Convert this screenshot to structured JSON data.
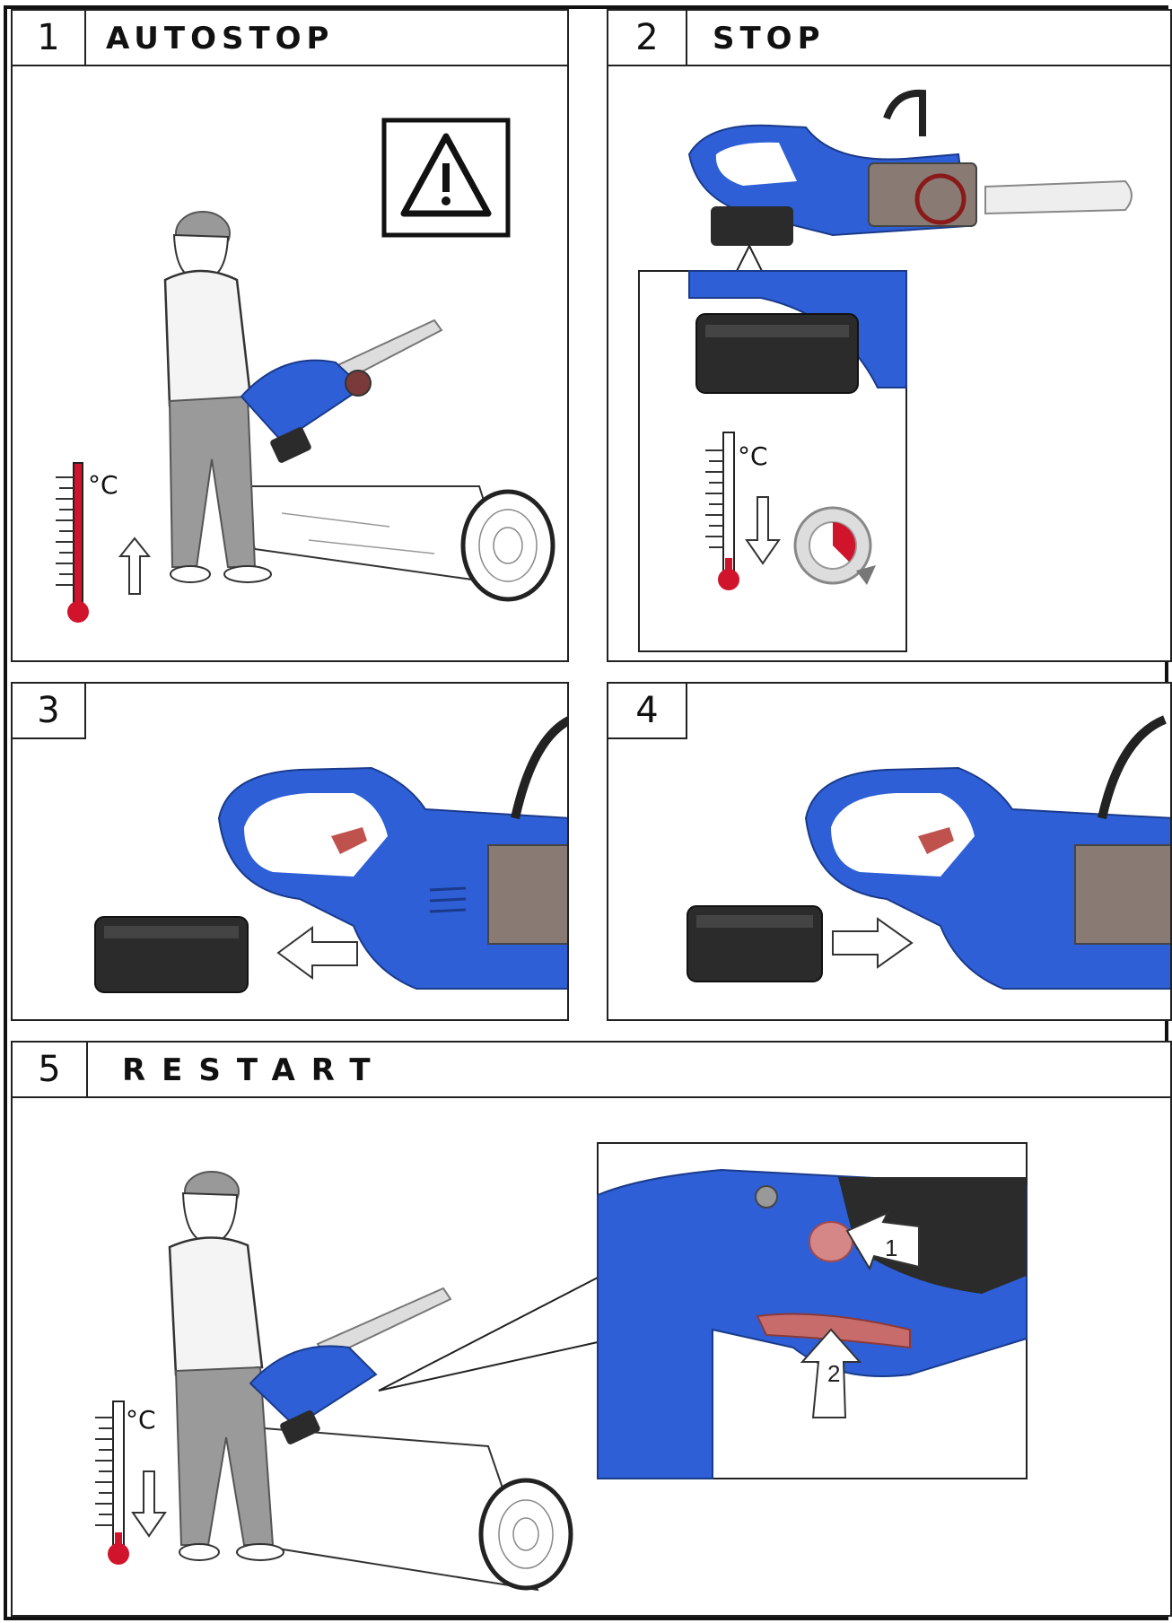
{
  "panels": [
    {
      "number": "1",
      "title": "AUTOSTOP"
    },
    {
      "number": "2",
      "title": "STOP"
    },
    {
      "number": "3",
      "title": ""
    },
    {
      "number": "4",
      "title": ""
    },
    {
      "number": "5",
      "title": "RESTART"
    }
  ],
  "thermometer_unit": "°C",
  "callouts": {
    "first": "1",
    "second": "2"
  },
  "icons": {
    "warning": "warning-triangle-icon",
    "temp_up": "arrow-up-icon",
    "temp_down": "arrow-down-icon",
    "cooldown": "cooldown-timer-icon",
    "remove": "arrow-left-icon",
    "insert": "arrow-right-icon"
  },
  "colors": {
    "tool_blue": "#2e5fd6",
    "battery": "#2b2b2b",
    "thermo_red": "#d0142c",
    "bar": "#d9d9d9"
  }
}
